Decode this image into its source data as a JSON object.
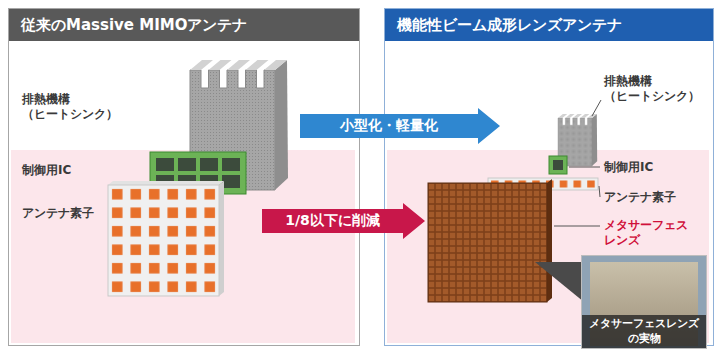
{
  "diagram": {
    "nodes": [
      {
        "text": [
          "従来のMassive MIMOアンテナ"
        ]
      },
      {
        "text": [
          "小型化・軽量化"
        ]
      },
      {
        "text": [
          "1/8以下に削減"
        ]
      },
      {
        "text": [
          "機能性ビーム成形レンズアンテナ"
        ]
      },
      {
        "text": [
          "メタサーフェスレンズの実物"
        ],
        "in": 3
      }
    ],
    "labels": [
      "排熱機構 （ヒートシンク）",
      "制御用IC",
      "アンテナ素子",
      "排熱機構 （ヒートシンク）",
      "制御用IC",
      "アンテナ素子",
      "メタサーフェスレンズ"
    ]
  }
}
